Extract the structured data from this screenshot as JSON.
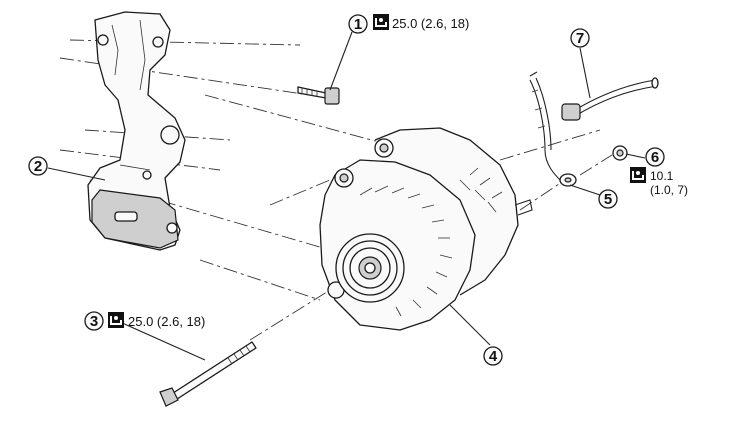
{
  "callouts": [
    {
      "id": "1",
      "torque": "25.0 (2.6, 18)"
    },
    {
      "id": "2"
    },
    {
      "id": "3",
      "torque": "25.0 (2.6, 18)"
    },
    {
      "id": "4"
    },
    {
      "id": "5"
    },
    {
      "id": "6",
      "torque_line1": "10.1",
      "torque_line2": "(1.0, 7)"
    },
    {
      "id": "7"
    }
  ],
  "icons": {
    "torque_wrench": "torque-wrench-icon"
  }
}
